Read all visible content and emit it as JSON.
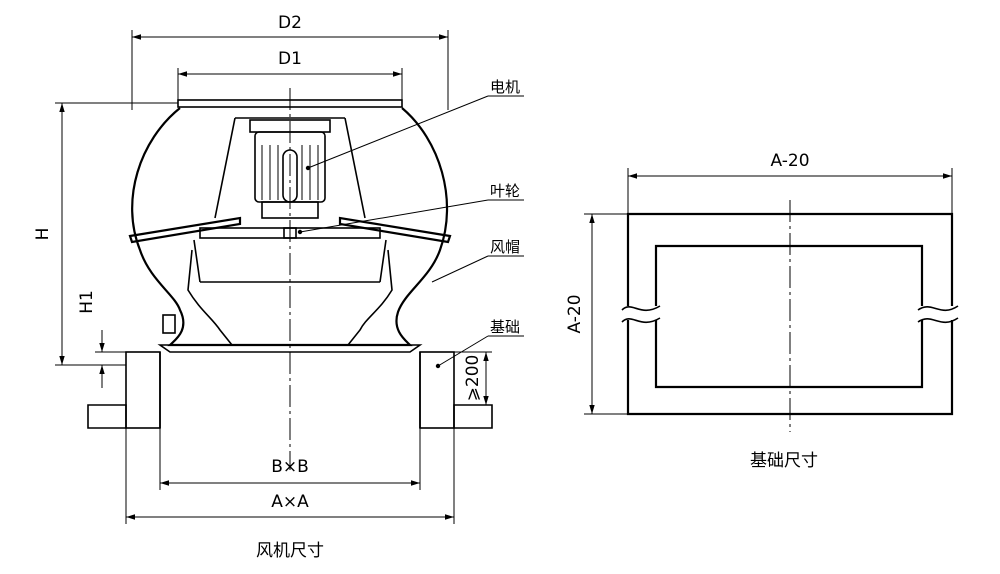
{
  "fan": {
    "dims": {
      "d2": "D2",
      "d1": "D1",
      "h": "H",
      "h1": "H1",
      "bxb": "B×B",
      "axa": "A×A",
      "min_height": "⩾200"
    },
    "labels": {
      "motor": "电机",
      "impeller": "叶轮",
      "hood": "风帽",
      "foundation": "基础"
    },
    "caption": "风机尺寸"
  },
  "base": {
    "dims": {
      "width": "A-20",
      "height": "A-20"
    },
    "caption": "基础尺寸"
  }
}
